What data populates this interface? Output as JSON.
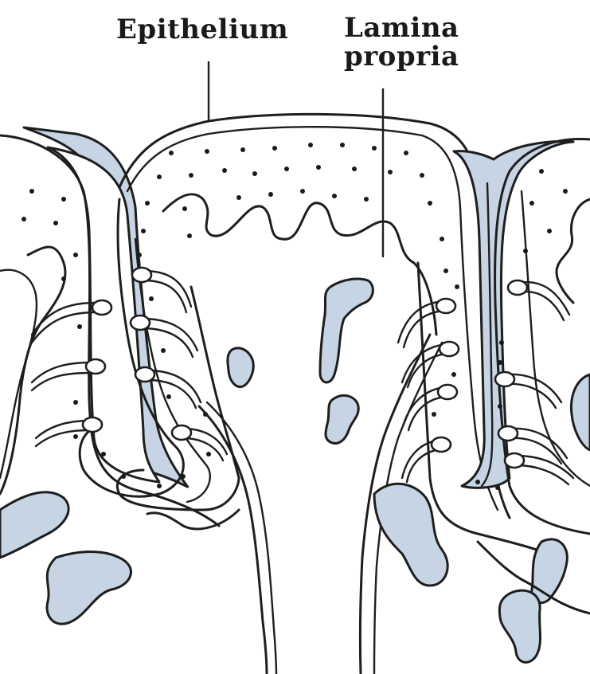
{
  "labels": {
    "epithelium": "Epithelium",
    "lamina_propria_line1": "Lamina",
    "lamina_propria_line2": "propria"
  },
  "colors": {
    "tissue_fill": "#c7d4e3",
    "outline": "#1e1e1e",
    "background": "#ffffff"
  }
}
